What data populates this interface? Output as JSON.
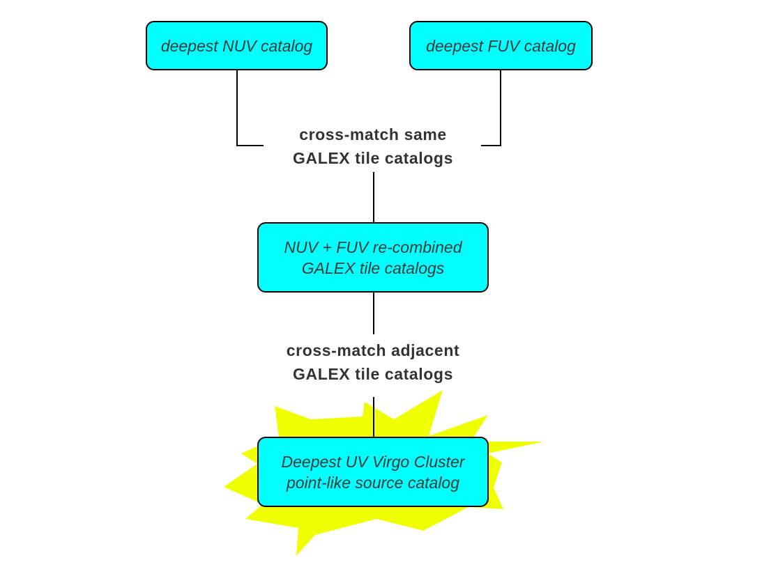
{
  "diagram": {
    "nodes": {
      "nuv": {
        "line1": "deepest NUV catalog"
      },
      "fuv": {
        "line1": "deepest FUV catalog"
      },
      "combined": {
        "line1": "NUV + FUV re-combined",
        "line2": "GALEX tile catalogs"
      },
      "final": {
        "line1": "Deepest UV Virgo Cluster",
        "line2": "point-like source catalog"
      }
    },
    "steps": {
      "same_tile": {
        "line1": "cross-match same",
        "line2": "GALEX tile catalogs"
      },
      "adjacent_tile": {
        "line1": "cross-match adjacent",
        "line2": "GALEX tile catalogs"
      }
    },
    "edges": [
      {
        "from": "nuv",
        "to": "same_tile"
      },
      {
        "from": "fuv",
        "to": "same_tile"
      },
      {
        "from": "same_tile",
        "to": "combined"
      },
      {
        "from": "combined",
        "to": "adjacent_tile"
      },
      {
        "from": "adjacent_tile",
        "to": "final"
      }
    ],
    "colors": {
      "node_fill": "#00ffff",
      "node_border": "#000000",
      "node_text": "#3a3a3a",
      "step_text": "#333333",
      "connector": "#000000",
      "starburst": "#eeff00"
    }
  }
}
